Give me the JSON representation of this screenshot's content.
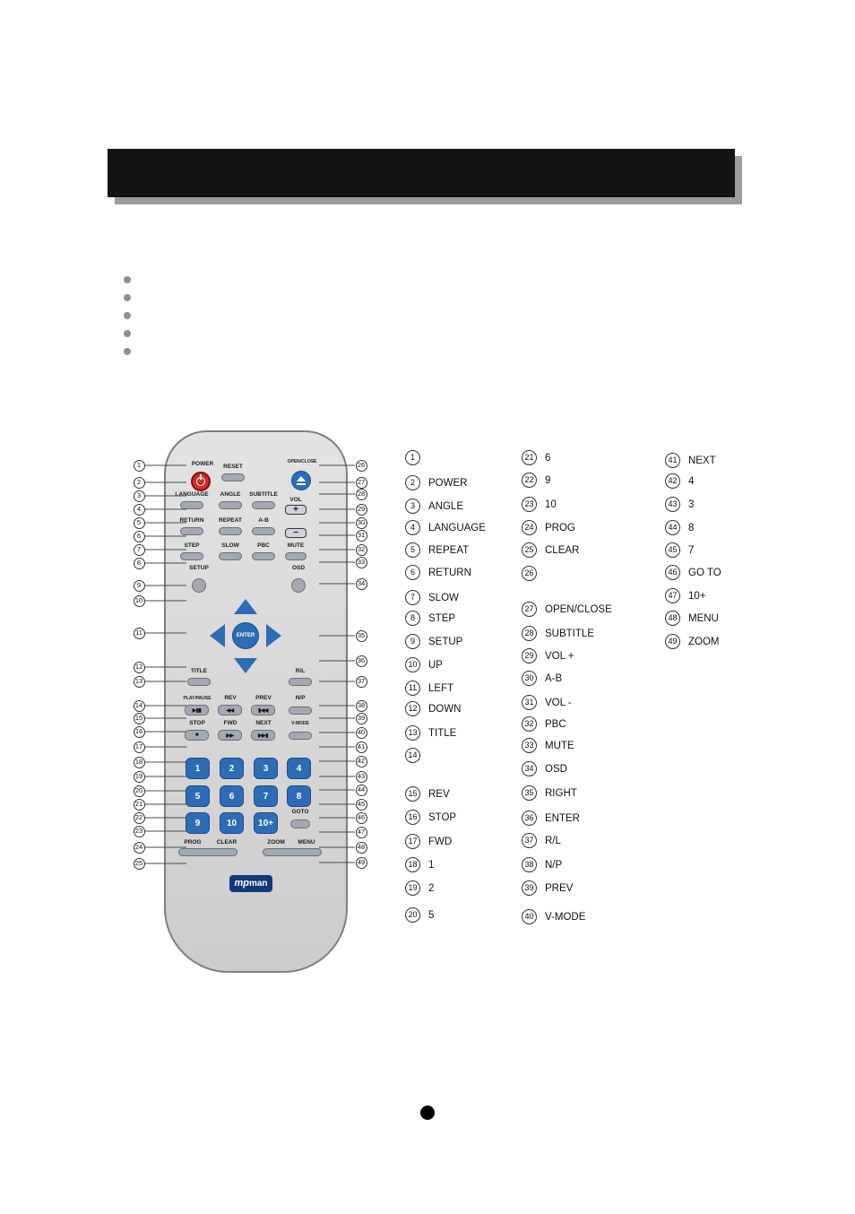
{
  "header": {
    "title": ""
  },
  "remote": {
    "labels": {
      "power": "POWER",
      "reset": "RESET",
      "open_close": "OPEN/CLOSE",
      "language": "LANGUAGE",
      "angle": "ANGLE",
      "subtitle": "SUBTITLE",
      "vol": "VOL",
      "return": "RETURN",
      "repeat": "REPEAT",
      "ab": "A-B",
      "step": "STEP",
      "slow": "SLOW",
      "pbc": "PBC",
      "mute": "MUTE",
      "setup": "SETUP",
      "osd": "OSD",
      "enter": "ENTER",
      "title": "TITLE",
      "rl": "R/L",
      "playpause": "PLAY/PAUSE",
      "rev": "REV",
      "prev": "PREV",
      "np": "N/P",
      "stop": "STOP",
      "fwd": "FWD",
      "next": "NEXT",
      "vmode": "V-MODE",
      "goto": "GOTO",
      "prog": "PROG",
      "clear": "CLEAR",
      "zoom": "ZOOM",
      "menu": "MENU",
      "vol_plus": "+",
      "vol_minus": "−",
      "logo_mp": "mp",
      "logo_man": "man"
    },
    "icons": {
      "playpause": "▶▮▮",
      "rev": "◀◀",
      "prev": "▮◀◀",
      "stop": "■",
      "fwd": "▶▶",
      "next": "▶▶▮"
    },
    "numpad": [
      "1",
      "2",
      "3",
      "4",
      "5",
      "6",
      "7",
      "8",
      "9",
      "10",
      "10+"
    ]
  },
  "callouts": {
    "left": [
      "1",
      "2",
      "3",
      "4",
      "5",
      "6",
      "7",
      "8",
      "9",
      "10",
      "11",
      "12",
      "13",
      "14",
      "15",
      "16",
      "17",
      "18",
      "19",
      "20",
      "21",
      "22",
      "23",
      "24",
      "25"
    ],
    "right": [
      "26",
      "27",
      "28",
      "29",
      "30",
      "31",
      "32",
      "33",
      "34",
      "35",
      "36",
      "37",
      "38",
      "39",
      "40",
      "41",
      "42",
      "43",
      "44",
      "45",
      "46",
      "47",
      "48",
      "49"
    ]
  },
  "legend": {
    "columns": [
      {
        "items": [
          {
            "n": "1",
            "label": ""
          },
          {
            "n": "2",
            "label": "POWER"
          },
          {
            "n": "3",
            "label": "ANGLE"
          },
          {
            "n": "4",
            "label": "LANGUAGE"
          },
          {
            "n": "5",
            "label": "REPEAT"
          },
          {
            "n": "6",
            "label": "RETURN"
          },
          {
            "n": "7",
            "label": "SLOW"
          },
          {
            "n": "8",
            "label": "STEP"
          },
          {
            "n": "9",
            "label": "SETUP"
          },
          {
            "n": "10",
            "label": "UP"
          },
          {
            "n": "11",
            "label": "LEFT"
          },
          {
            "n": "12",
            "label": "DOWN"
          },
          {
            "n": "13",
            "label": "TITLE"
          },
          {
            "n": "14",
            "label": ""
          },
          {
            "n": "15",
            "label": "REV"
          },
          {
            "n": "16",
            "label": "STOP"
          },
          {
            "n": "17",
            "label": "FWD"
          },
          {
            "n": "18",
            "label": "1"
          },
          {
            "n": "19",
            "label": "2"
          },
          {
            "n": "20",
            "label": "5"
          }
        ]
      },
      {
        "items": [
          {
            "n": "21",
            "label": "6"
          },
          {
            "n": "22",
            "label": "9"
          },
          {
            "n": "23",
            "label": "10"
          },
          {
            "n": "24",
            "label": "PROG"
          },
          {
            "n": "25",
            "label": "CLEAR"
          },
          {
            "n": "26",
            "label": ""
          },
          {
            "n": "27",
            "label": "OPEN/CLOSE"
          },
          {
            "n": "28",
            "label": "SUBTITLE"
          },
          {
            "n": "29",
            "label": "VOL +"
          },
          {
            "n": "30",
            "label": "A-B"
          },
          {
            "n": "31",
            "label": "VOL -"
          },
          {
            "n": "32",
            "label": "PBC"
          },
          {
            "n": "33",
            "label": "MUTE"
          },
          {
            "n": "34",
            "label": "OSD"
          },
          {
            "n": "35",
            "label": "RIGHT"
          },
          {
            "n": "36",
            "label": "ENTER"
          },
          {
            "n": "37",
            "label": "R/L"
          },
          {
            "n": "38",
            "label": "N/P"
          },
          {
            "n": "39",
            "label": "PREV"
          },
          {
            "n": "40",
            "label": "V-MODE"
          }
        ]
      },
      {
        "items": [
          {
            "n": "41",
            "label": "NEXT"
          },
          {
            "n": "42",
            "label": "4"
          },
          {
            "n": "43",
            "label": "3"
          },
          {
            "n": "44",
            "label": "8"
          },
          {
            "n": "45",
            "label": "7"
          },
          {
            "n": "46",
            "label": "GO TO"
          },
          {
            "n": "47",
            "label": "10+"
          },
          {
            "n": "48",
            "label": "MENU"
          },
          {
            "n": "49",
            "label": "ZOOM"
          }
        ]
      }
    ]
  }
}
